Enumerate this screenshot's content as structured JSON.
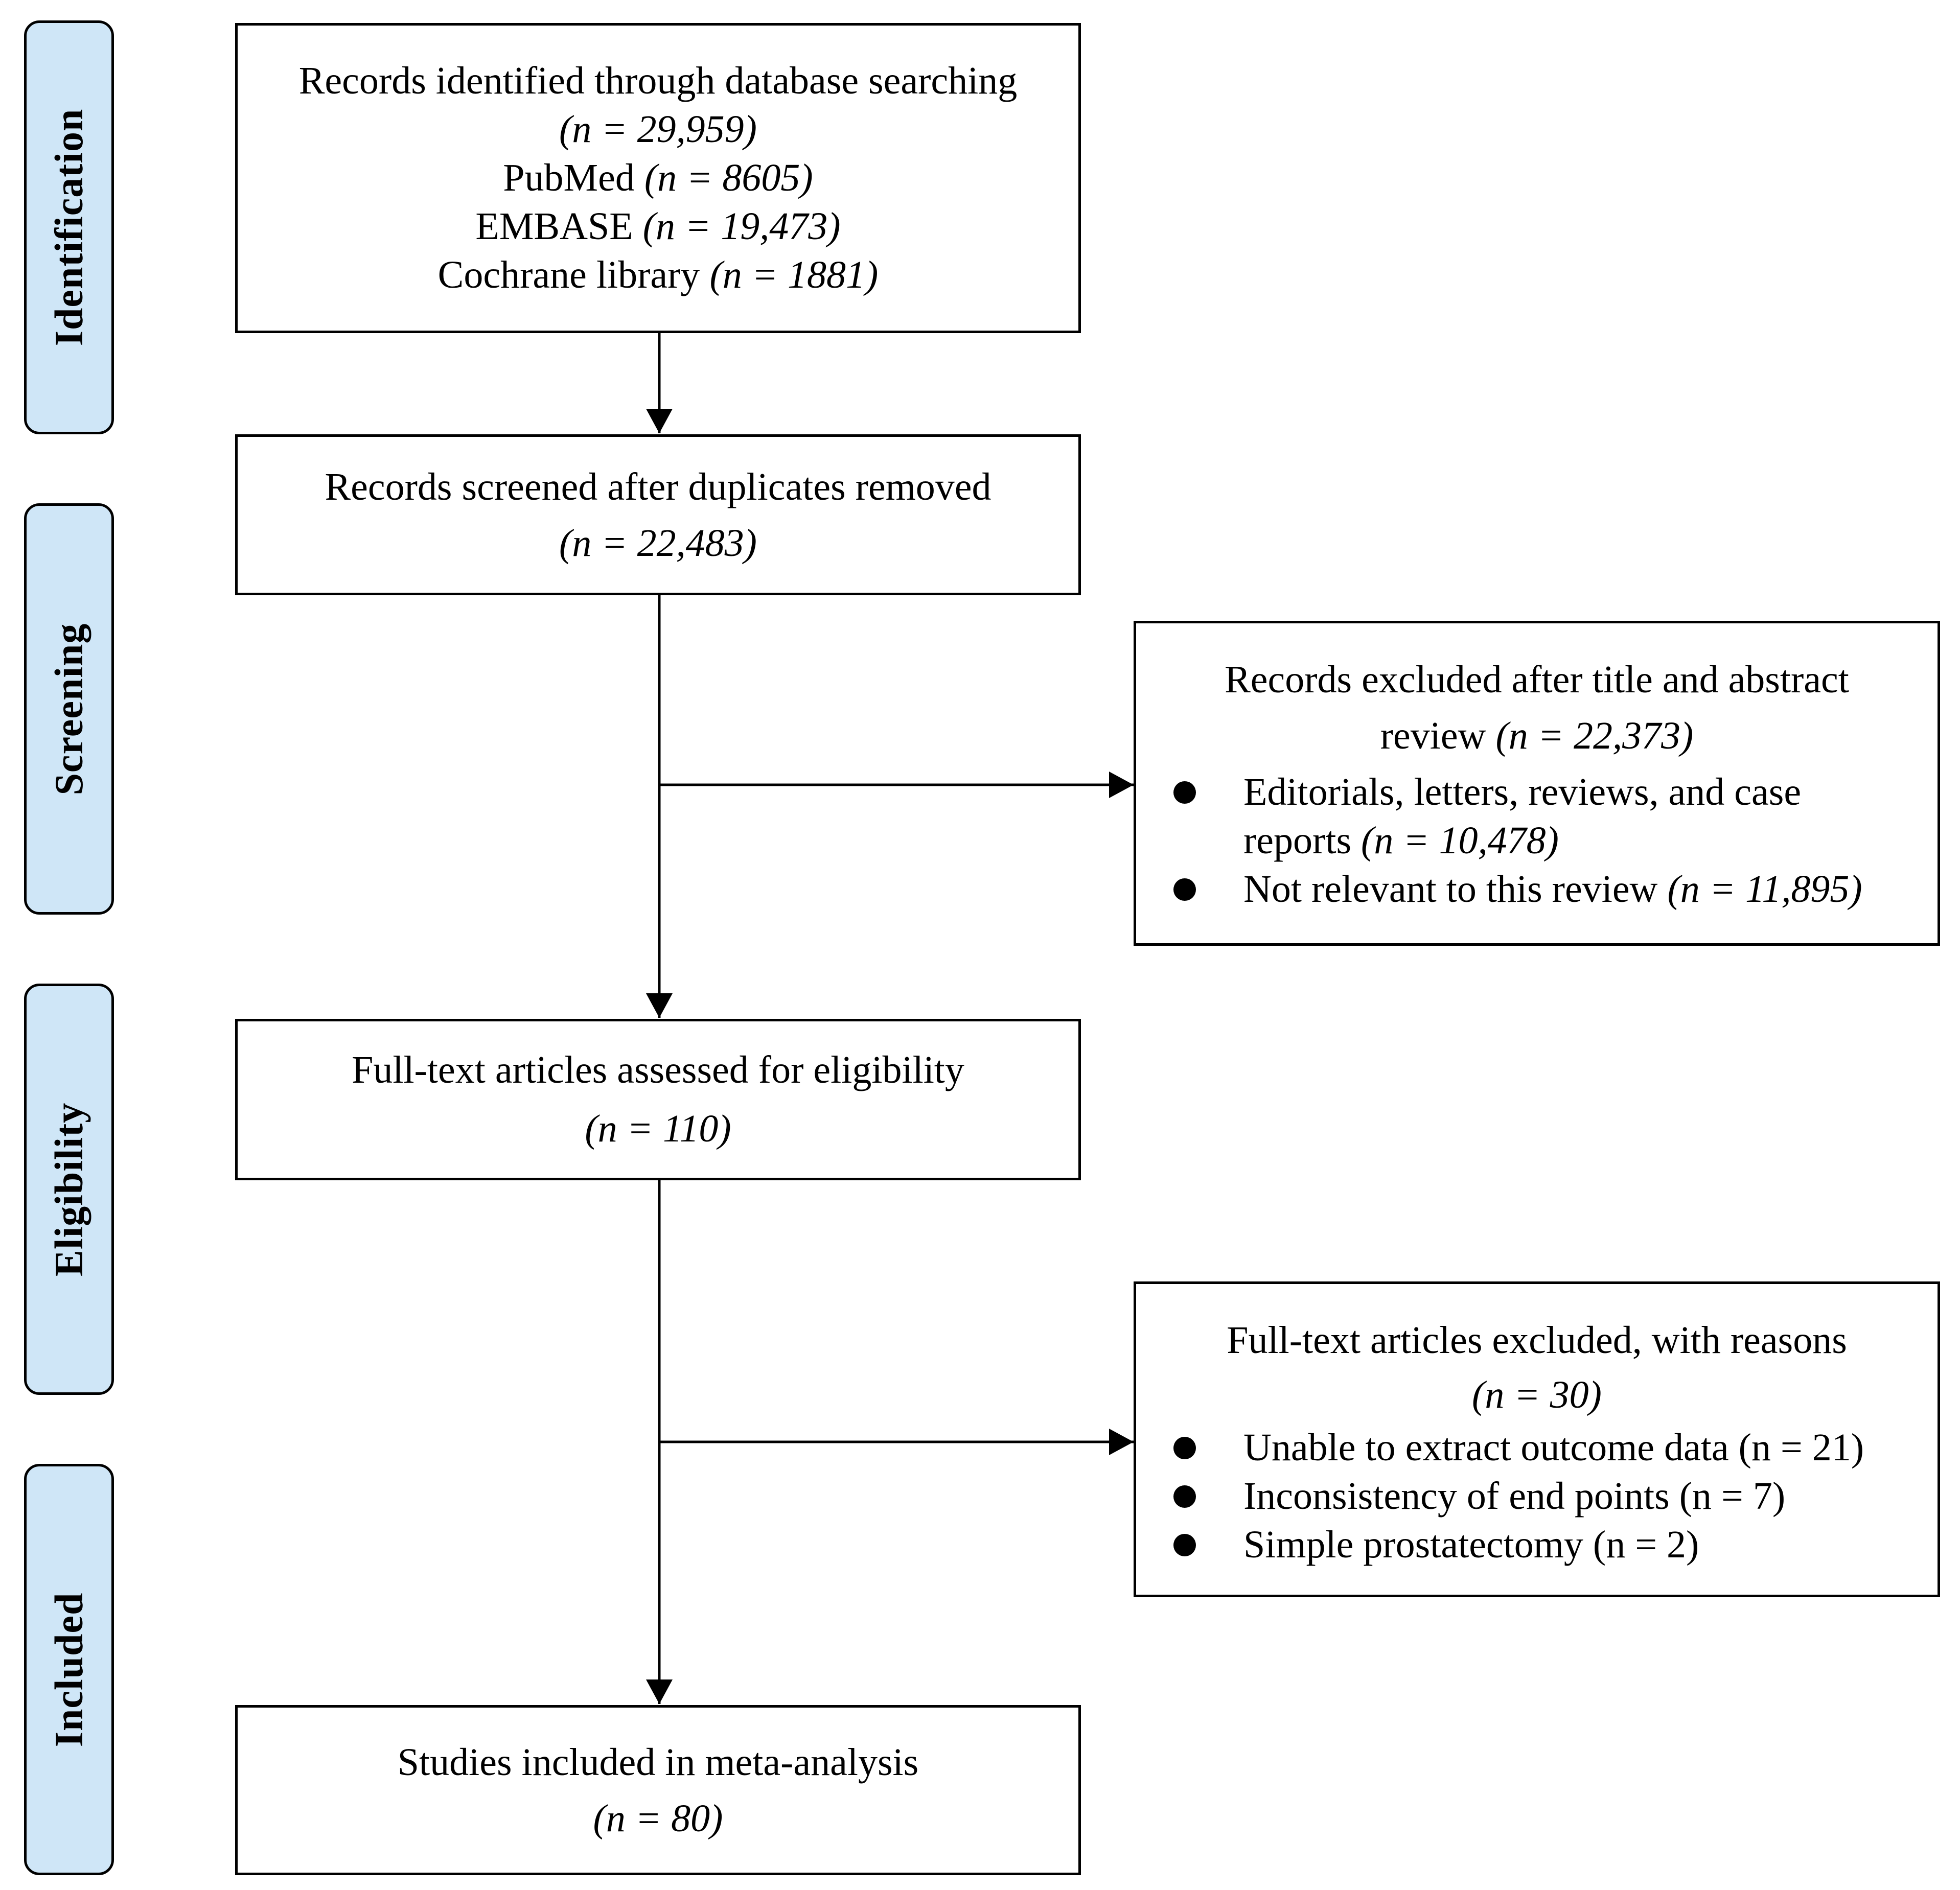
{
  "stages": [
    {
      "id": "identification",
      "label": "Identification"
    },
    {
      "id": "screening",
      "label": "Screening"
    },
    {
      "id": "eligibility",
      "label": "Eligibility"
    },
    {
      "id": "included",
      "label": "Included"
    }
  ],
  "identified": {
    "title": "Records identified through database searching",
    "total": "(n = 29,959)",
    "sources": [
      {
        "name": "PubMed",
        "count": "(n = 8605)"
      },
      {
        "name": "EMBASE",
        "count": "(n = 19,473)"
      },
      {
        "name": "Cochrane library",
        "count": "(n = 1881)"
      }
    ]
  },
  "screened": {
    "title": "Records screened after duplicates removed",
    "count": "(n = 22,483)"
  },
  "excluded_title_abstract": {
    "title_line1": "Records excluded after title and abstract",
    "title_line2": "review",
    "count": "(n = 22,373)",
    "reasons": [
      {
        "text": "Editorials, letters, reviews, and case reports",
        "count": "(n = 10,478)"
      },
      {
        "text": "Not relevant to this review",
        "count": "(n = 11,895)"
      }
    ]
  },
  "fulltext": {
    "title": "Full-text articles assessed for eligibility",
    "count": "(n = 110)"
  },
  "excluded_fulltext": {
    "title": "Full-text articles excluded, with reasons",
    "count": "(n = 30)",
    "reasons": [
      {
        "text": "Unable to extract outcome data",
        "count": "(n = 21)"
      },
      {
        "text": "Inconsistency of end points",
        "count": "(n = 7)"
      },
      {
        "text": "Simple prostatectomy",
        "count": "(n = 2)"
      }
    ]
  },
  "included": {
    "title": "Studies included in meta-analysis",
    "count": "(n = 80)"
  }
}
